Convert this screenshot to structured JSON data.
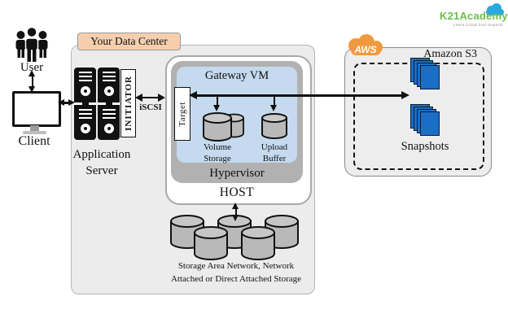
{
  "logo": {
    "brand": "K21Academy",
    "tagline": "Learn Cloud from Experts"
  },
  "client_side": {
    "user": "User",
    "client": "Client"
  },
  "datacenter": {
    "tab": "Your Data Center",
    "initiator": "INITIATOR",
    "iscsi": "iSCSI",
    "app_server_line1": "Application",
    "app_server_line2": "Server"
  },
  "host": {
    "label": "HOST",
    "hypervisor": "Hypervisor",
    "gateway": {
      "title": "Gateway VM",
      "target": "Target",
      "volume_line1": "Volume",
      "volume_line2": "Storage",
      "upload_line1": "Upload",
      "upload_line2": "Buffer"
    }
  },
  "san": {
    "line1": "Storage Area Network, Network",
    "line2": "Attached or Direct Attached Storage"
  },
  "aws": {
    "badge": "AWS",
    "s3": "Amazon S3",
    "snapshots": "Snapshots"
  },
  "colors": {
    "aws_orange": "#f0993f",
    "document_blue": "#1b6ec5",
    "gateway_blue": "#c5daee",
    "hypervisor_gray": "#b1b1b1",
    "datacenter_gray": "#ececec",
    "tab_peach": "#f5cfad",
    "brand_green": "#6cbe4c",
    "brand_blue": "#2aa9e0"
  }
}
